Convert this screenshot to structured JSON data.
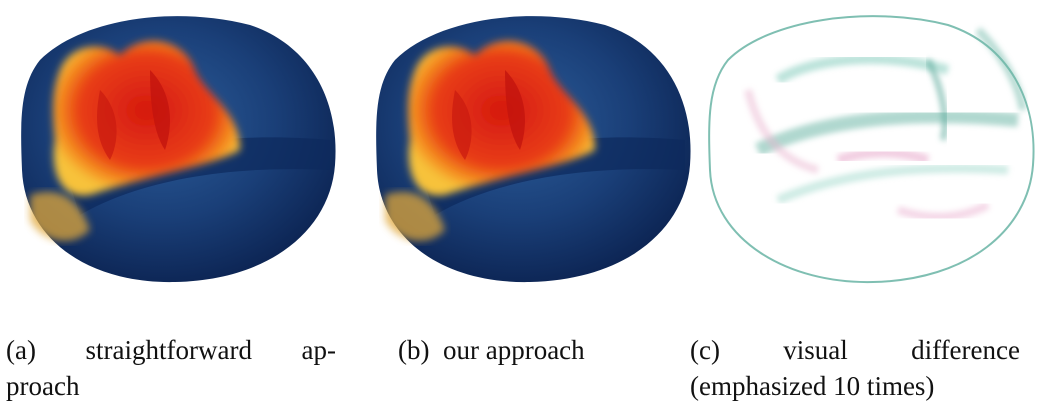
{
  "figure": {
    "captions": {
      "a": {
        "line1": [
          "(a)",
          "straightforward",
          "ap-"
        ],
        "line2": "proach"
      },
      "b": {
        "text": "(b)  our approach"
      },
      "c": {
        "line1": [
          "(c)",
          "visual",
          "difference"
        ],
        "line2": "(emphasized 10 times)"
      }
    },
    "colors": {
      "dark_blue": "#0d2a5c",
      "mid_blue": "#1a4a8a",
      "red": "#d71e14",
      "orange": "#f2631e",
      "yellow": "#f6b622",
      "diff_green": "#5aa89a",
      "diff_pink": "#e7a6c9"
    },
    "image_labels": [
      "heat-map-straightforward",
      "heat-map-our-approach",
      "difference-map"
    ]
  }
}
